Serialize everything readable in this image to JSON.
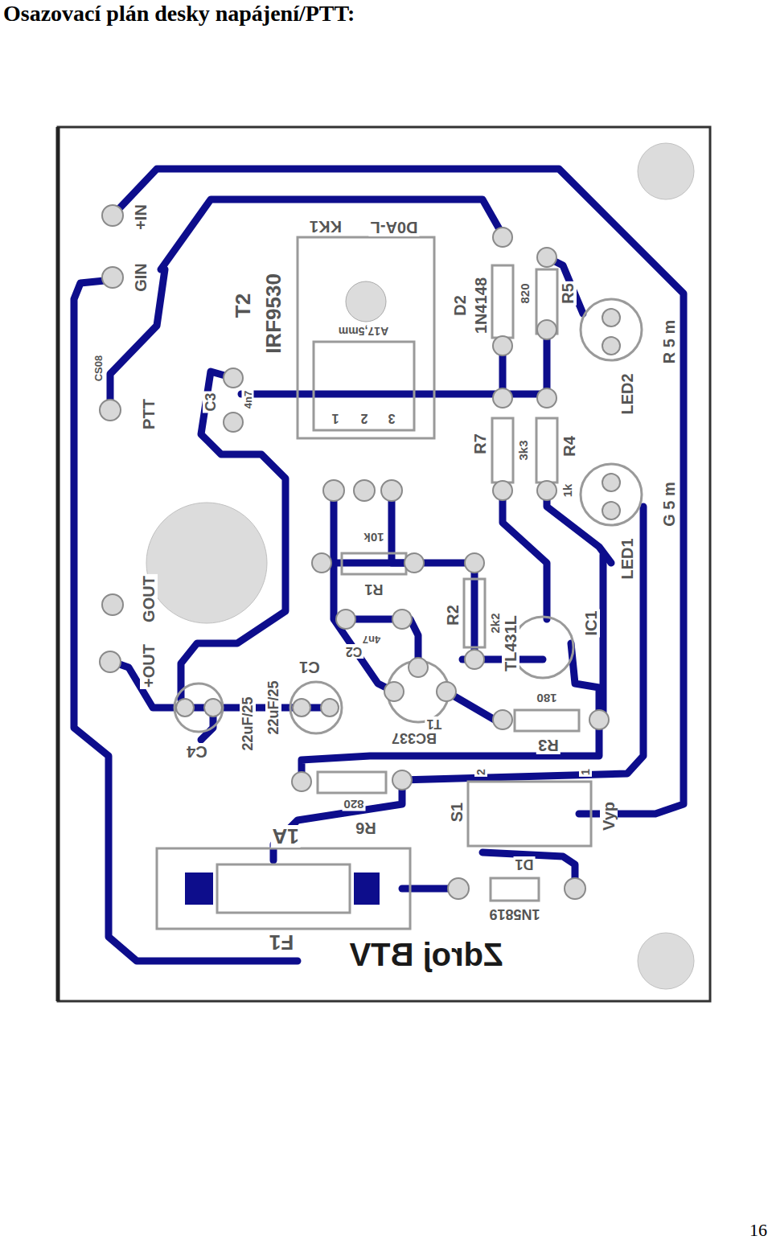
{
  "diagram": {
    "title": "Osazovací plán desky napájení/PTT:",
    "labels": [
      "+IN",
      "GIN",
      "CS08",
      "PTT",
      "GOUT",
      "+OUT",
      "KK1",
      "D0A-L",
      "T2",
      "IRF9530",
      "A17,5mm",
      "1",
      "2",
      "3",
      "C3",
      "4n7",
      "D2",
      "1N4148",
      "820",
      "R5",
      "LED2",
      "R 5 m",
      "R7",
      "3k3",
      "1k",
      "R4",
      "LED1",
      "G 5 m",
      "10k",
      "R1",
      "4n7",
      "C2",
      "R2",
      "2k2",
      "TL431L",
      "IC1",
      "T1",
      "BC337",
      "180",
      "R3",
      "22uF/25",
      "C4",
      "22uF/25",
      "C1",
      "820",
      "R6",
      "S1",
      "2",
      "1",
      "Vyp",
      "1A",
      "F1",
      "D1",
      "1N5819",
      "Zdroj BTV",
      "16"
    ]
  }
}
